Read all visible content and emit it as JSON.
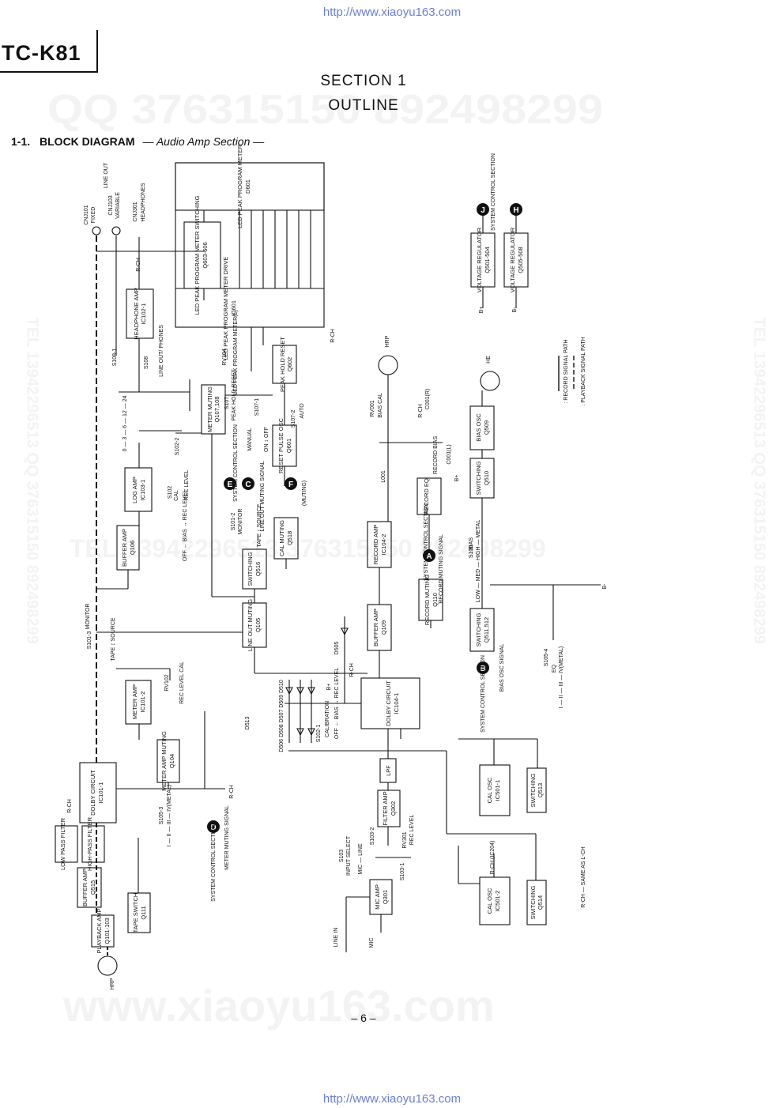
{
  "header": {
    "url_top": "http://www.xiaoyu163.com",
    "url_bottom": "http://www.xiaoyu163.com",
    "model": "TC-K81",
    "section": "SECTION 1",
    "title": "OUTLINE",
    "diagram_number": "1-1.",
    "diagram_title": "BLOCK DIAGRAM",
    "diagram_subtitle": "— Audio Amp Section —",
    "page_number": "– 6 –"
  },
  "watermarks": {
    "qq": "QQ 376315150    892498299",
    "tel_mid": "TEL 13942296513    376315150  892498299",
    "side": "TEL 13942296513  QQ 376315150  892498299",
    "www": "www.xiaoyu163.com"
  },
  "blocks": {
    "led_meter": "LED PEAK PROGRAM METER",
    "led_meter_ref": "D601",
    "led_switch": "LED PEAK PROGRAM METER SWITCHING",
    "led_switch_ref": "Q603-606",
    "led_drive": "LED PEAK PROGRAM METER DRIVE",
    "led_drive_ref": "IC601",
    "headphone_amp": "HEADPHONE AMP",
    "headphone_amp_ref": "IC102-1",
    "peak_hold": "PEAK HOLD RESET",
    "peak_hold_ref": "Q602",
    "meter_muting": "METER MUTING",
    "meter_muting_ref": "Q107,108",
    "reset_pulse": "RESET PULSE OSC",
    "reset_pulse_ref": "Q601",
    "log_amp": "LOG AMP",
    "log_amp_ref": "IC103-1",
    "buffer_amp_q106": "BUFFER AMP",
    "buffer_amp_q106_ref": "Q106",
    "switching_q516": "SWITCHING",
    "switching_q516_ref": "Q516",
    "cal_muting": "CAL MUTING",
    "cal_muting_ref": "Q518",
    "line_out_muting": "LINE OUT MUTING",
    "line_out_muting_ref": "Q105",
    "meter_amp": "METER AMP",
    "meter_amp_ref": "IC101-2",
    "meter_amp_muting": "METER AMP MUTING",
    "meter_amp_muting_ref": "Q104",
    "dolby_1": "DOLBY CIRCUIT",
    "dolby_1_ref": "IC101-1",
    "low_pass": "LOW PASS FILTER",
    "high_pass": "HIGH-PASS FILTER",
    "buffer_amp_q515": "BUFFER AMP",
    "buffer_amp_q515_ref": "Q515",
    "tape_switch": "TAPE SWITCH",
    "tape_switch_ref": "Q111",
    "playback_amp": "PLAYBACK AMP",
    "playback_amp_ref": "Q101-103",
    "record_eq": "RECORD EQ",
    "record_amp": "RECORD AMP",
    "record_amp_ref": "IC104-2",
    "record_muting": "RECORD MUTING",
    "record_muting_ref": "Q110",
    "buffer_amp_q109": "BUFFER AMP",
    "buffer_amp_q109_ref": "Q109",
    "dolby_2": "DOLBY CIRCUIT",
    "dolby_2_ref": "IC104-1",
    "lpf": "LPF",
    "filter_amp": "FILTER AMP",
    "filter_amp_ref": "Q302",
    "mic_amp": "MIC AMP",
    "mic_amp_ref": "Q301",
    "bias_osc": "BIAS OSC",
    "bias_osc_ref": "Q509",
    "switching_q510": "SWITCHING",
    "switching_q510_ref": "Q510",
    "switching_q511": "SWITCHING",
    "switching_q511_ref": "Q511,512",
    "cal_osc_1": "CAL OSC",
    "cal_osc_1_ref": "IC501-1",
    "switching_q513": "SWITCHING",
    "switching_q513_ref": "Q513",
    "cal_osc_2": "CAL OSC",
    "cal_osc_2_ref": "IC501-2",
    "switching_q514": "SWITCHING",
    "switching_q514_ref": "Q514",
    "vreg_1": "VOLTAGE REGULATOR",
    "vreg_1_ref": "Q501-504",
    "vreg_2": "VOLTAGE REGULATOR",
    "vreg_2_ref": "Q505-508"
  },
  "labels": {
    "line_out": "LINE OUT",
    "cnj101": "CNJ101",
    "fixed": "FIXED",
    "cnj103": "CNJ103",
    "variable": "VARIABLE",
    "cnj301": "CNJ301",
    "headphones": "HEADPHONES",
    "r_ch": "R-CH",
    "s108_1": "S108-1",
    "s108": "S108",
    "line_out_phones": "LINE OUT/ PHONES",
    "rv104": "RV104",
    "rv104_name": "LED PEAK PROGRAM METER(L)",
    "s107": "S107",
    "peak_hold_reset": "PEAK HOLD RESET",
    "s107_1": "S107-1",
    "s107_2": "S107-2",
    "auto": "AUTO",
    "manual": "MANUAL",
    "on_off": "ON ↕ OFF",
    "system_control_section": "SYSTEM CONTROL SECTION",
    "scale": "0 — 3 — 6 — 12 — 24",
    "s102_2": "S102-2",
    "s102": "S102",
    "cal": "CAL",
    "rec_level": "REC LEVEL",
    "off_bias_rec": "OFF ← BIAS → REC LEVEL",
    "s101_2": "S101-2",
    "monitor": "MONITOR",
    "tape_source": "TAPE ↕ SOURCE",
    "line_out_muting_signal": "LINE OUT MUTING SIGNAL",
    "muting": "(MUTING)",
    "s101_3": "S101-3",
    "rv102": "RV102",
    "rec_level_cal": "REC LEVEL CAL",
    "d513": "D513",
    "d505": "D505",
    "d506_510": "D506 D508 D507 D509 D510",
    "s102_1": "S102-1",
    "calibration": "CALIBRATION",
    "s105_3": "S105-3",
    "tape_types": "I — II — III — IV(METAL)",
    "meter_muting_signal": "METER MUTING SIGNAL",
    "hrp": "HRP",
    "he": "HE",
    "rv001": "RV001",
    "bias_cal": "BIAS CAL",
    "c001r": "C001(R)",
    "c001l": "C001(L)",
    "record_bias": "RECORD BIAS",
    "l001": "L001",
    "record_muting_signal": "RECORD MUTING SIGNAL",
    "s106": "S106",
    "bias": "BIAS",
    "bias_levels": "LOW — MED — HIGH — METAL",
    "bias_osc_signal": "BIAS OSC SIGNAL",
    "s105_4": "S105-4",
    "eq": "EQ",
    "s103": "S103",
    "input_select": "INPUT SELECT",
    "mic_line": "MIC — LINE",
    "s103_2": "S103-2",
    "s103_1": "S103-1",
    "rv301": "RV301",
    "rec_level_box": "REC LEVEL",
    "line_in": "LINE IN",
    "mic": "MIC",
    "r_ch_ic204": "R-CH (IC204)",
    "b_plus": "B+",
    "b_minus": "B-",
    "legend_record": ": RECORD SIGNAL PATH",
    "legend_playback": ": PLAYBACK SIGNAL PATH",
    "same_as_lch": "R-CH — SAME AS L-CH",
    "marker_J": "J",
    "marker_H": "H",
    "marker_E": "E",
    "marker_C": "C",
    "marker_F": "F",
    "marker_A": "A",
    "marker_B": "B",
    "marker_D": "D"
  }
}
